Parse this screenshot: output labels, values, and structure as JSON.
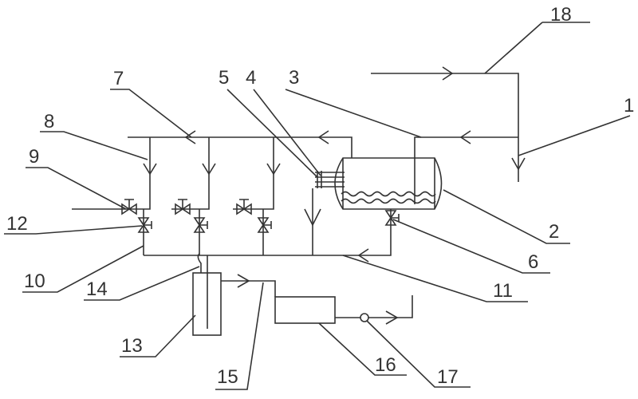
{
  "diagram": {
    "labels": {
      "l1": "1",
      "l2": "2",
      "l3": "3",
      "l4": "4",
      "l5": "5",
      "l6": "6",
      "l7": "7",
      "l8": "8",
      "l9": "9",
      "l10": "10",
      "l11": "11",
      "l12": "12",
      "l13": "13",
      "l14": "14",
      "l15": "15",
      "l16": "16",
      "l17": "17",
      "l18": "18"
    },
    "line_color": "#333333"
  }
}
